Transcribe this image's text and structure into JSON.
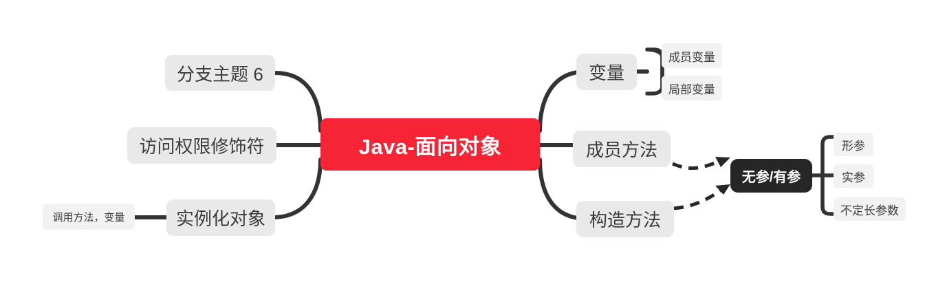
{
  "diagram": {
    "type": "mind-map",
    "title": "Java-面向对象",
    "background_color": "#FFFFFF",
    "colors": {
      "root_fill": "#F62434",
      "root_text": "#FFFFFF",
      "branch_fill": "#E9E9E9",
      "branch_text": "#3C3C3C",
      "leaf_fill": "#F2F2F2",
      "dark_fill": "#262626",
      "dark_text": "#FFFFFF",
      "connector": "#333333"
    }
  },
  "root": {
    "label": "Java-面向对象"
  },
  "left_branches": [
    {
      "label": "分支主题 6",
      "children": []
    },
    {
      "label": "访问权限修饰符",
      "children": []
    },
    {
      "label": "实例化对象",
      "children": [
        {
          "label": "调用方法，变量"
        }
      ]
    }
  ],
  "right_branches": [
    {
      "label": "变量",
      "children": [
        {
          "label": "成员变量"
        },
        {
          "label": "局部变量"
        }
      ]
    },
    {
      "label": "成员方法",
      "children": []
    },
    {
      "label": "构造方法",
      "children": []
    }
  ],
  "emphasis_node": {
    "label": "无参/有参",
    "incoming_dashed_from": [
      "成员方法",
      "构造方法"
    ],
    "children": [
      {
        "label": "形参"
      },
      {
        "label": "实参"
      },
      {
        "label": "不定长参数"
      }
    ]
  }
}
